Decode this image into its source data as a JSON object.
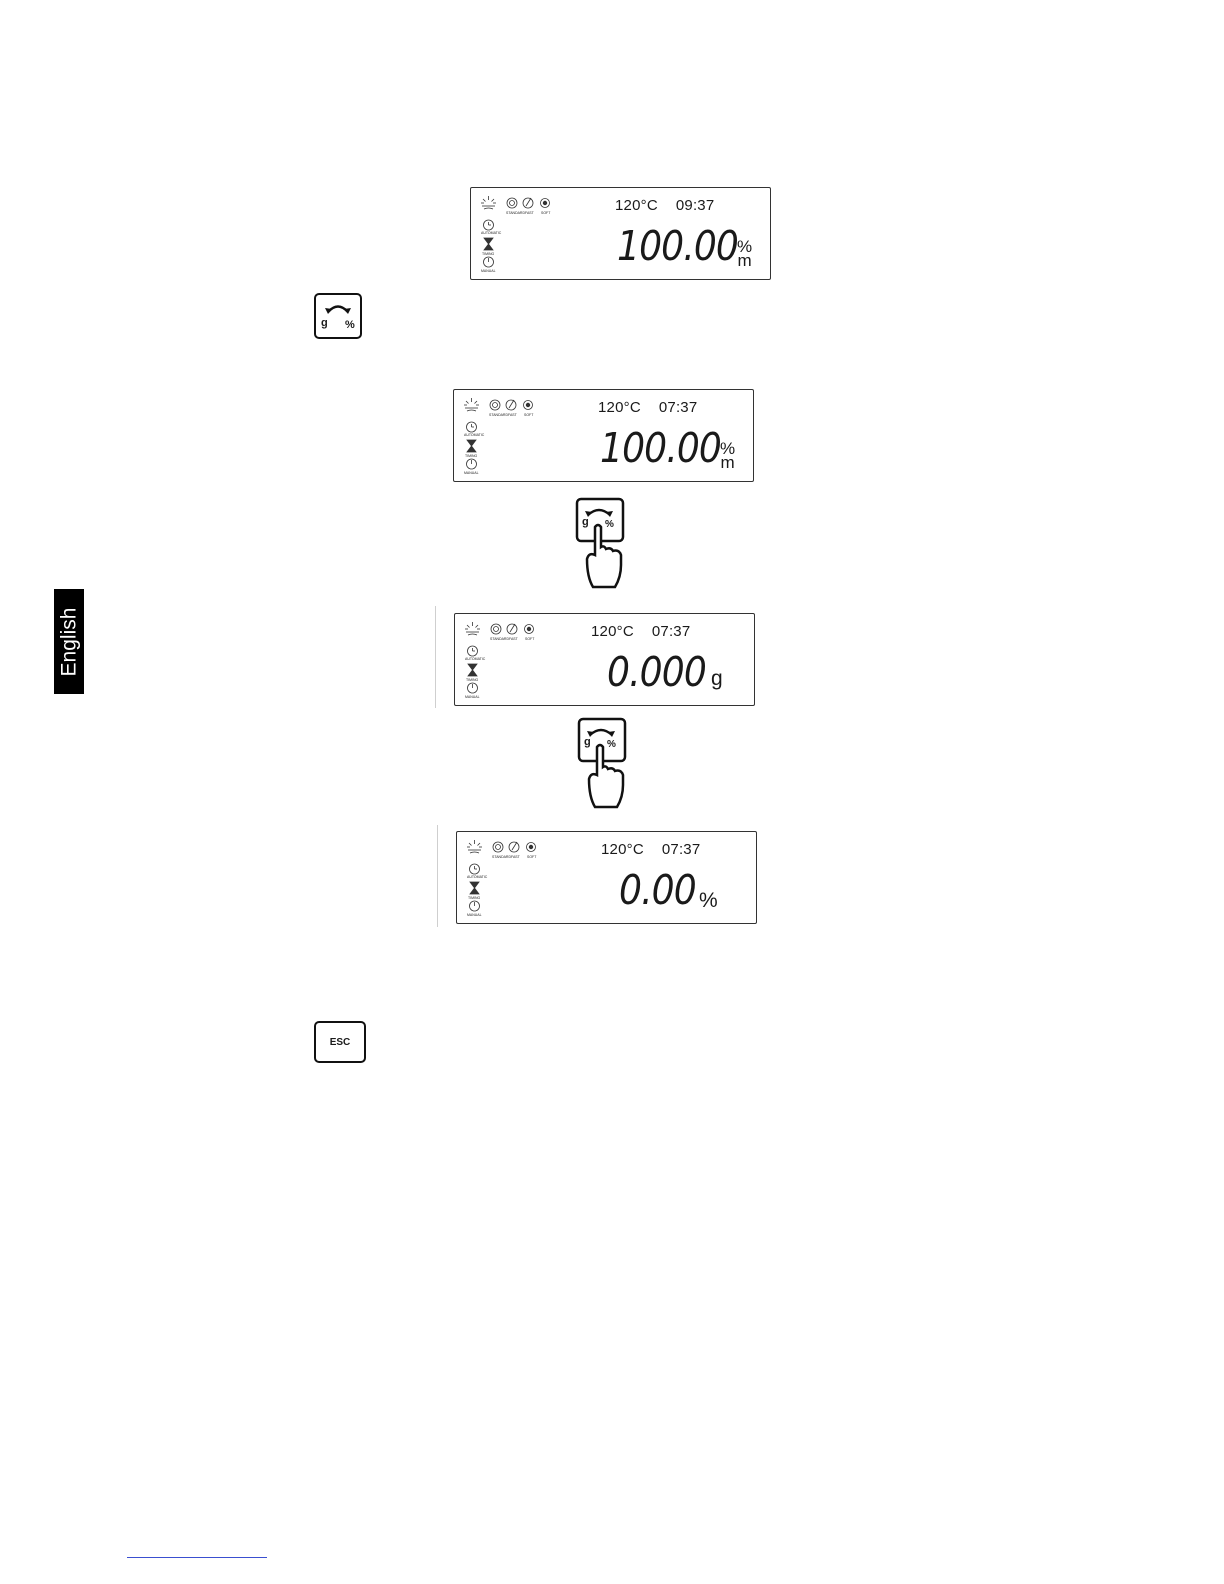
{
  "language_tab": "English",
  "displays": [
    {
      "temperature": "120°C",
      "time": "09:37",
      "reading": "100.00",
      "unit_top": "%",
      "unit_bottom": "m"
    },
    {
      "temperature": "120°C",
      "time": "07:37",
      "reading": "100.00",
      "unit_top": "%",
      "unit_bottom": "m"
    },
    {
      "temperature": "120°C",
      "time": "07:37",
      "reading": "0.000",
      "unit": "g"
    },
    {
      "temperature": "120°C",
      "time": "07:37",
      "reading": "0.00",
      "unit": "%"
    }
  ],
  "icon_labels": {
    "standard": "STANDARD",
    "fast": "FAST",
    "soft": "SOFT",
    "automatic": "AUTOMATIC",
    "timing": "TIMING",
    "manual": "MANUAL"
  },
  "toggle_key": {
    "left": "g",
    "right": "%"
  },
  "esc_key": "ESC",
  "icons": [
    "lamp-icon",
    "standard-icon",
    "fast-icon",
    "soft-icon",
    "automatic-icon",
    "timing-icon",
    "manual-icon",
    "arrow-icon",
    "pointing-hand-icon"
  ]
}
